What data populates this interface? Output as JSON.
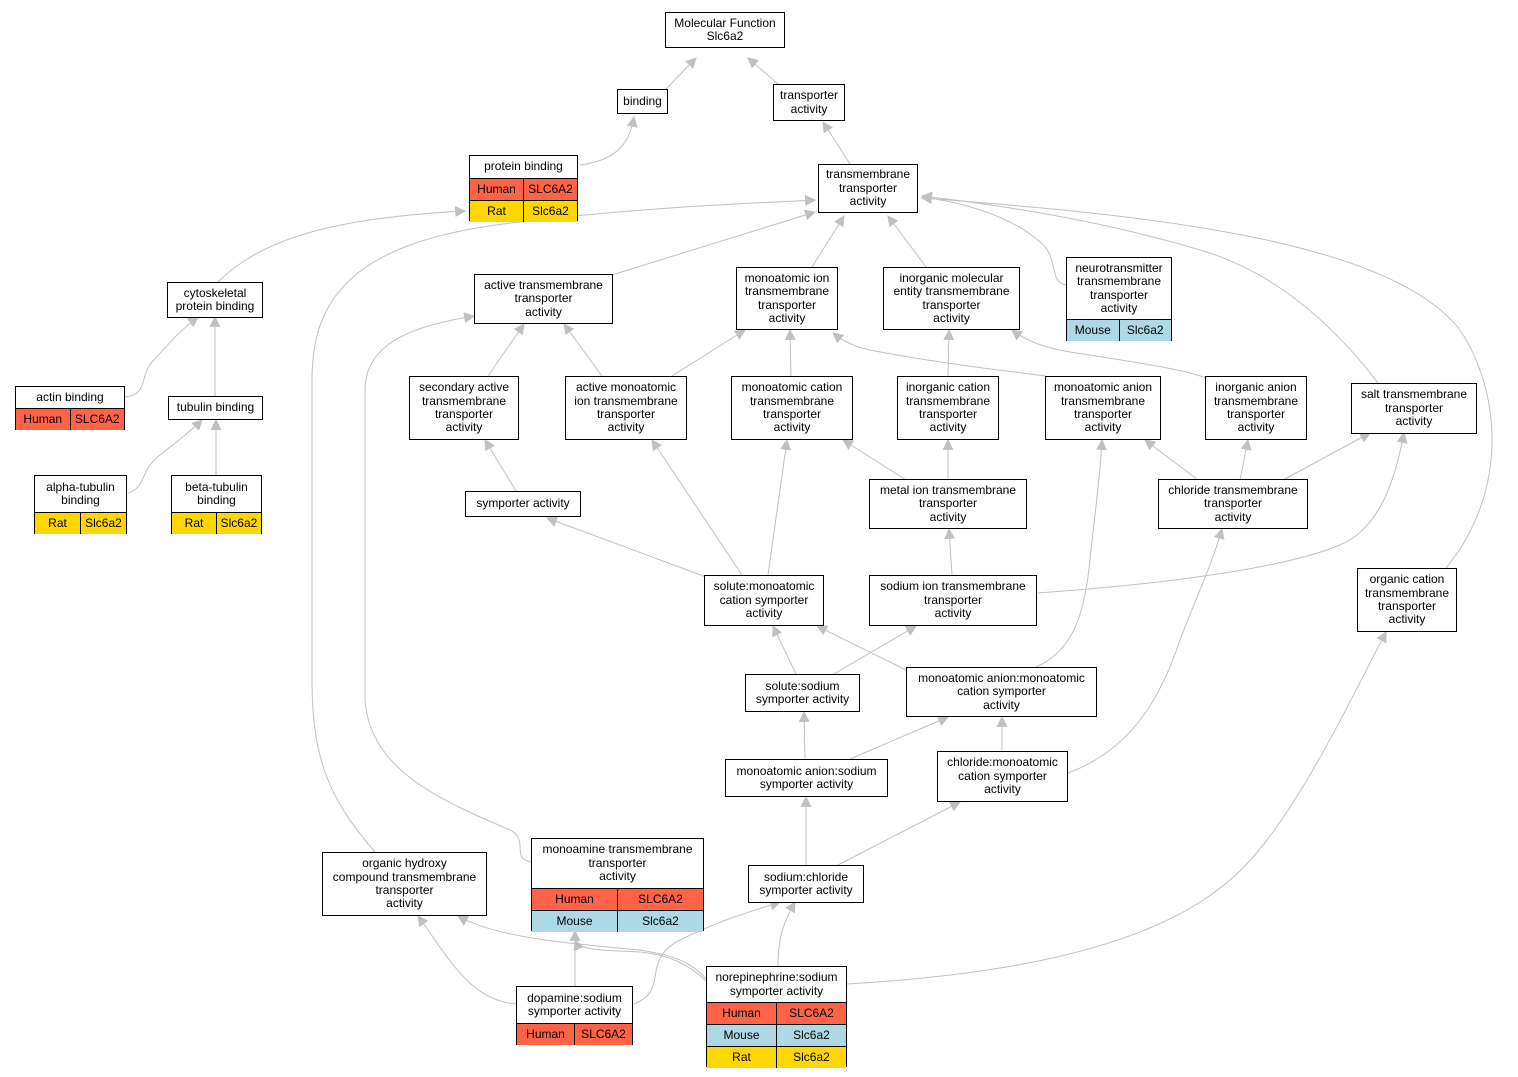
{
  "colors": {
    "Human": "#ff6347",
    "Mouse": "#add8e6",
    "Rat": "#ffd700",
    "edge": "#c0c0c0"
  },
  "nodes": {
    "mf": {
      "label": "Molecular Function\nSlc6a2"
    },
    "binding": {
      "label": "binding"
    },
    "ta": {
      "label": "transporter\nactivity"
    },
    "pb": {
      "label": "protein binding",
      "rows": [
        [
          "Human",
          "SLC6A2"
        ],
        [
          "Rat",
          "Slc6a2"
        ]
      ]
    },
    "tta": {
      "label": "transmembrane\ntransporter\nactivity"
    },
    "cpb": {
      "label": "cytoskeletal\nprotein binding"
    },
    "atta": {
      "label": "active transmembrane\ntransporter\nactivity"
    },
    "mitta": {
      "label": "monoatomic ion\ntransmembrane\ntransporter\nactivity"
    },
    "imetta": {
      "label": "inorganic molecular\nentity transmembrane\ntransporter\nactivity"
    },
    "ntta": {
      "label": "neurotransmitter\ntransmembrane\ntransporter\nactivity",
      "rows": [
        [
          "Mouse",
          "Slc6a2"
        ]
      ]
    },
    "ab": {
      "label": "actin binding",
      "rows": [
        [
          "Human",
          "SLC6A2"
        ]
      ]
    },
    "tb": {
      "label": "tubulin binding"
    },
    "satta": {
      "label": "secondary active\ntransmembrane\ntransporter\nactivity"
    },
    "amitta": {
      "label": "active monoatomic\nion transmembrane\ntransporter\nactivity"
    },
    "mctta": {
      "label": "monoatomic cation\ntransmembrane\ntransporter\nactivity"
    },
    "ictta": {
      "label": "inorganic cation\ntransmembrane\ntransporter\nactivity"
    },
    "matta": {
      "label": "monoatomic anion\ntransmembrane\ntransporter\nactivity"
    },
    "iatta": {
      "label": "inorganic anion\ntransmembrane\ntransporter\nactivity"
    },
    "stta": {
      "label": "salt transmembrane\ntransporter\nactivity"
    },
    "atb": {
      "label": "alpha-tubulin\nbinding",
      "rows": [
        [
          "Rat",
          "Slc6a2"
        ]
      ]
    },
    "btb": {
      "label": "beta-tubulin\nbinding",
      "rows": [
        [
          "Rat",
          "Slc6a2"
        ]
      ]
    },
    "sa": {
      "label": "symporter activity"
    },
    "mitta2": {
      "label": "metal ion transmembrane\ntransporter\nactivity"
    },
    "ctta": {
      "label": "chloride transmembrane\ntransporter\nactivity"
    },
    "smcsa": {
      "label": "solute:monoatomic\ncation symporter\nactivity"
    },
    "sitta": {
      "label": "sodium ion transmembrane\ntransporter\nactivity"
    },
    "octta": {
      "label": "organic cation\ntransmembrane\ntransporter\nactivity"
    },
    "sssa": {
      "label": "solute:sodium\nsymporter activity"
    },
    "mamcsa": {
      "label": "monoatomic anion:monoatomic\ncation symporter\nactivity"
    },
    "massa": {
      "label": "monoatomic anion:sodium\nsymporter activity"
    },
    "cmcsa": {
      "label": "chloride:monoatomic\ncation symporter\nactivity"
    },
    "ohctta": {
      "label": "organic hydroxy\ncompound transmembrane\ntransporter\nactivity"
    },
    "mtta": {
      "label": "monoamine transmembrane\ntransporter\nactivity",
      "rows": [
        [
          "Human",
          "SLC6A2"
        ],
        [
          "Mouse",
          "Slc6a2"
        ]
      ]
    },
    "scsa": {
      "label": "sodium:chloride\nsymporter activity"
    },
    "dssa": {
      "label": "dopamine:sodium\nsymporter activity",
      "rows": [
        [
          "Human",
          "SLC6A2"
        ]
      ]
    },
    "nssa": {
      "label": "norepinephrine:sodium\nsymporter activity",
      "rows": [
        [
          "Human",
          "SLC6A2"
        ],
        [
          "Mouse",
          "Slc6a2"
        ],
        [
          "Rat",
          "Slc6a2"
        ]
      ]
    }
  }
}
